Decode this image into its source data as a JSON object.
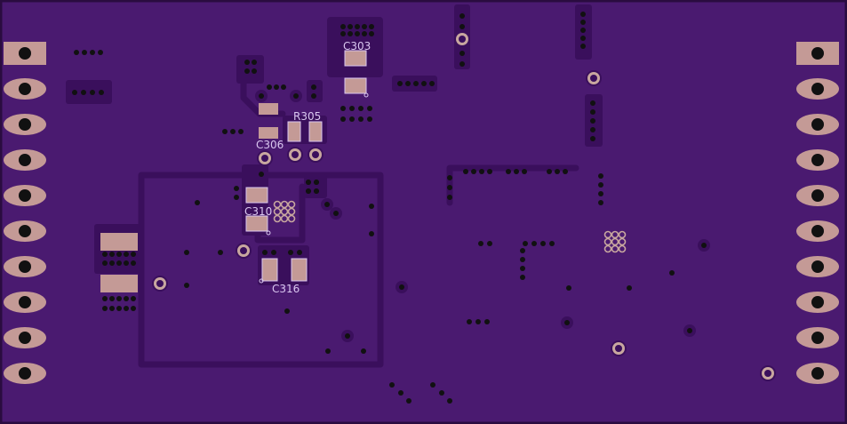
{
  "board": {
    "colors": {
      "substrate": "#4a1a70",
      "edge": "#2a0c40",
      "trace": "#3a0f5c",
      "pad": "#c49a96",
      "via_ring": "#c8a79f",
      "drill": "#111111",
      "silk": "#d9c6ef"
    }
  },
  "labels": {
    "c303": "C303",
    "r305": "R305",
    "c306": "C306",
    "c310": "C310",
    "c316": "C316"
  }
}
